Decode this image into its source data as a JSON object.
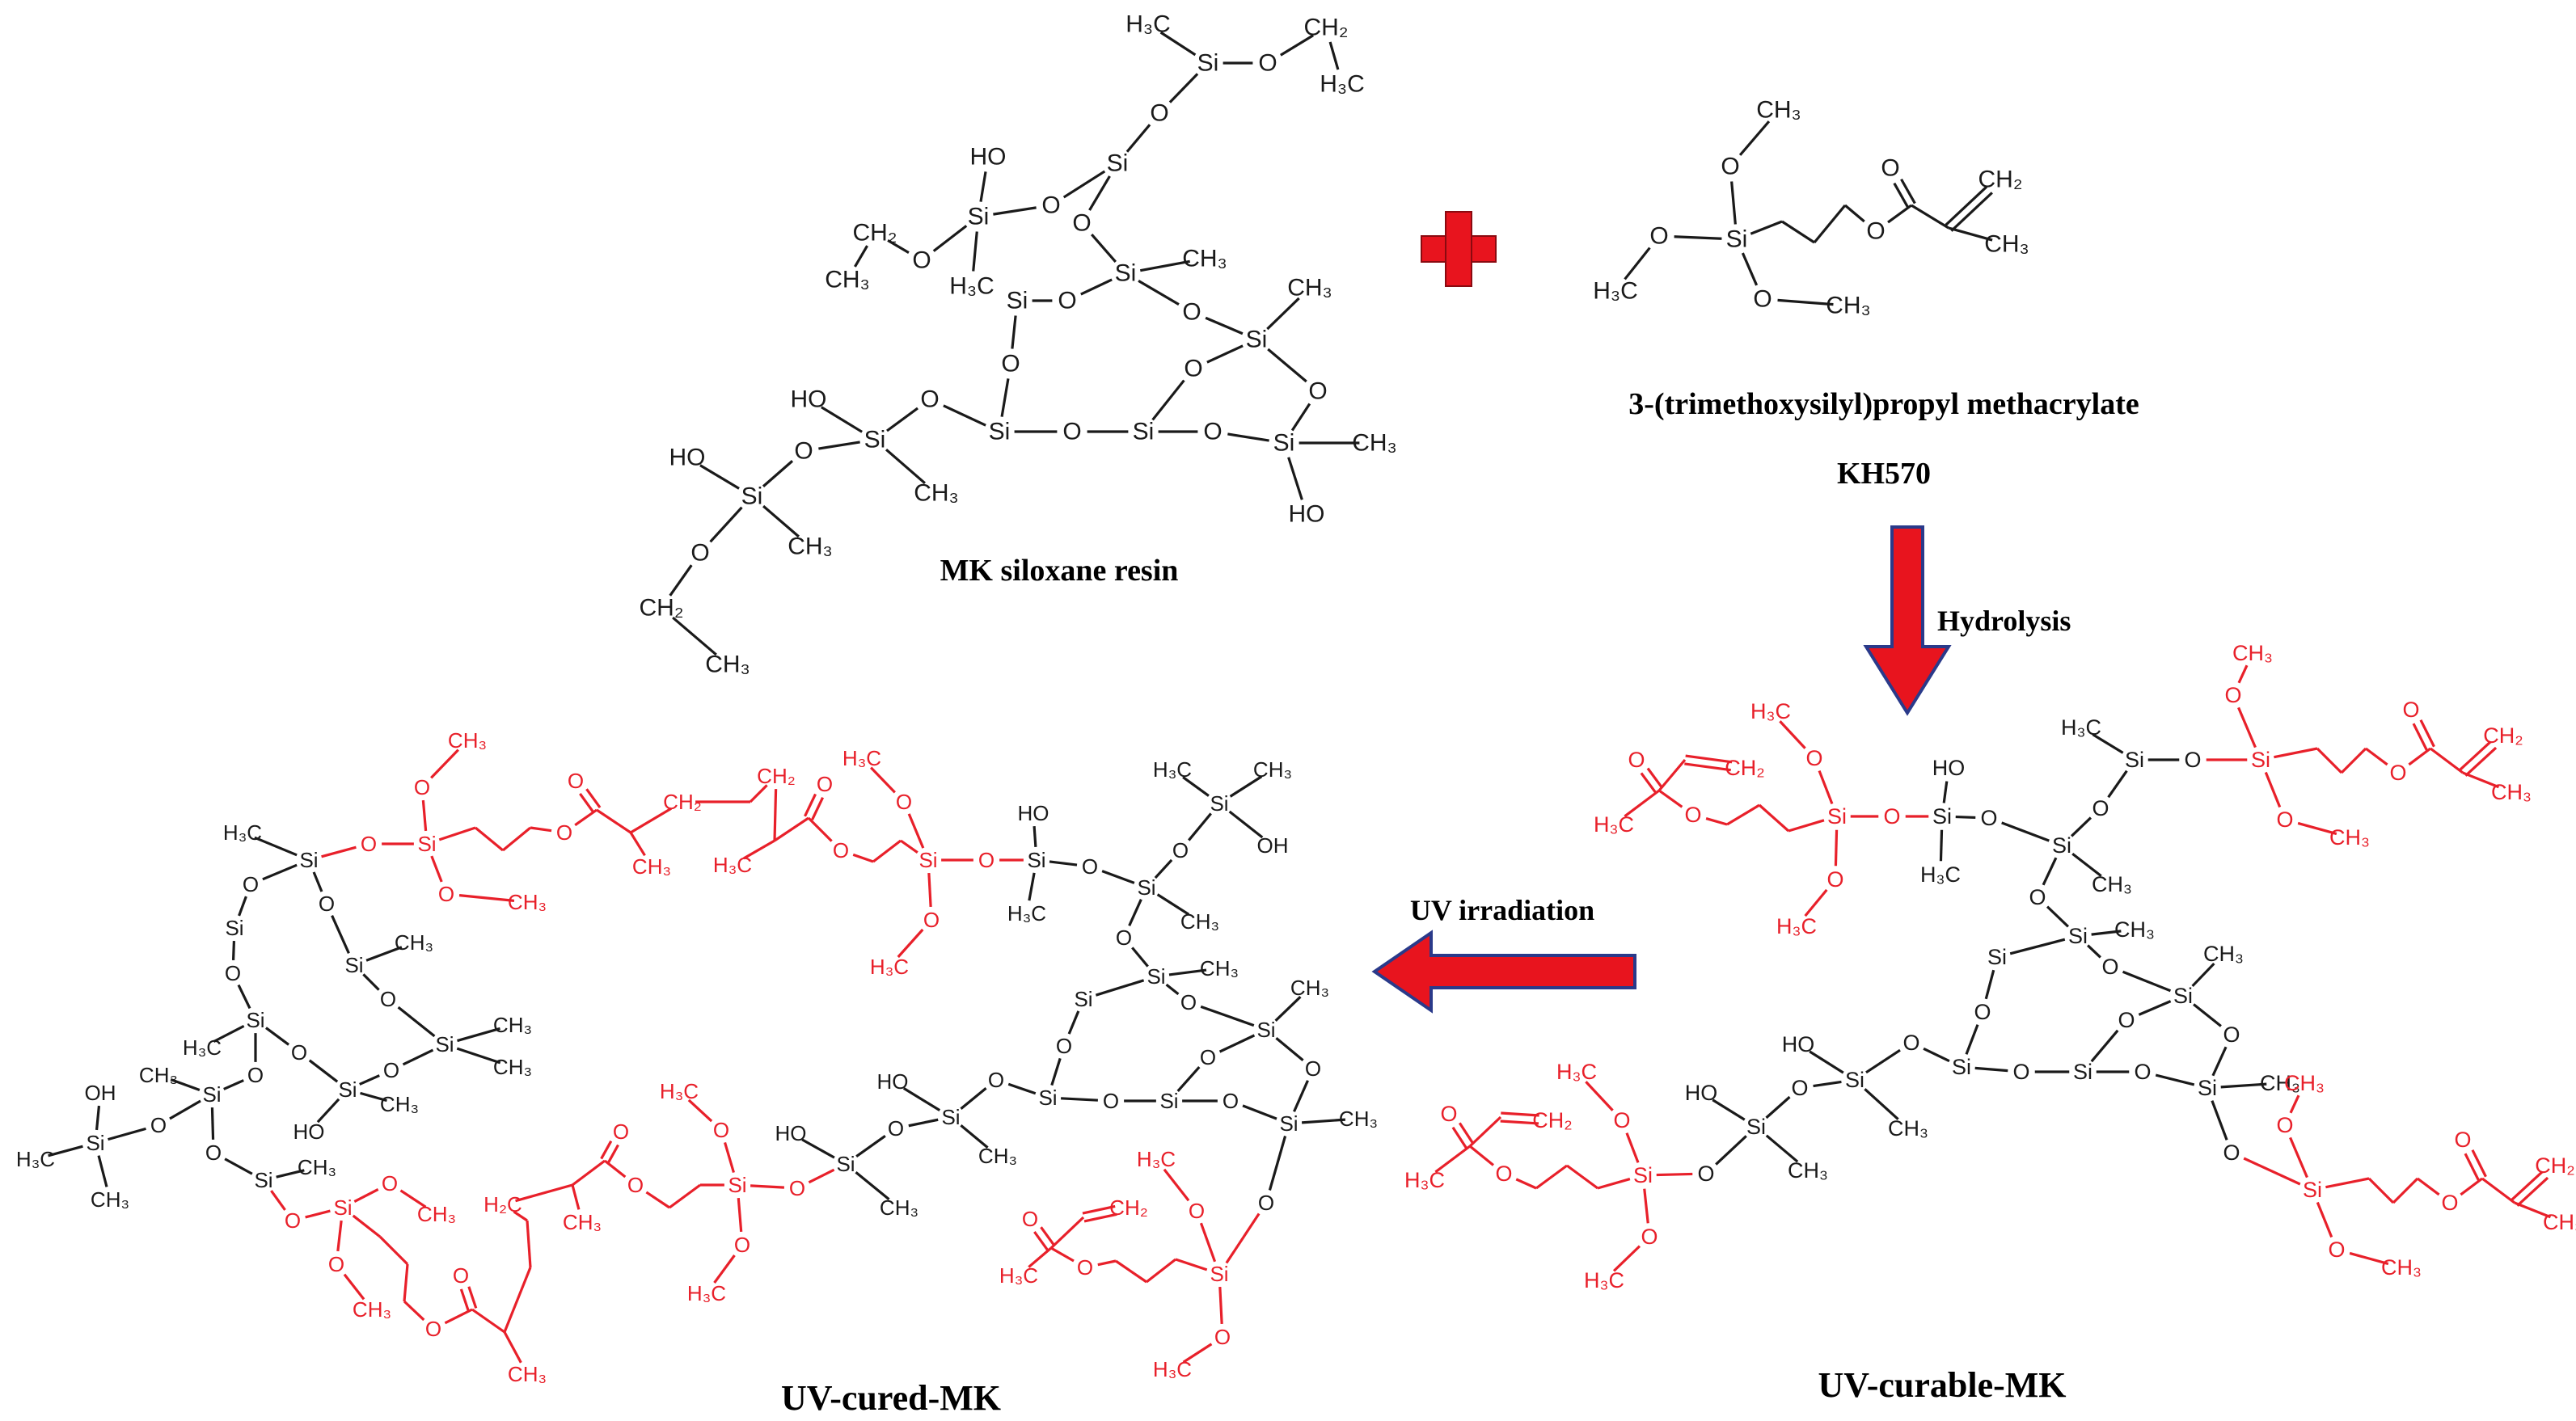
{
  "labels": {
    "mk_resin": "MK siloxane  resin",
    "kh570_name": "3-(trimethoxysilyl)propyl methacrylate",
    "kh570_code": "KH570",
    "hydrolysis": "Hydrolysis",
    "uv_irradiation": "UV irradiation",
    "uv_curable": "UV-curable-MK",
    "uv_cured": "UV-cured-MK"
  },
  "colors": {
    "skeleton": "#1a1a1a",
    "modifier": "#e8202a",
    "arrow_fill": "#e8141e",
    "arrow_edge": "#2a3a8a"
  },
  "icons": [
    "plus-icon",
    "arrow-down-icon",
    "arrow-left-icon"
  ],
  "atoms": {
    "Si": "Si",
    "O": "O",
    "OH": "OH",
    "HO": "HO",
    "CH3": "CH₃",
    "H3C": "H₃C",
    "CH2": "CH₂",
    "H2C": "H₂C"
  }
}
